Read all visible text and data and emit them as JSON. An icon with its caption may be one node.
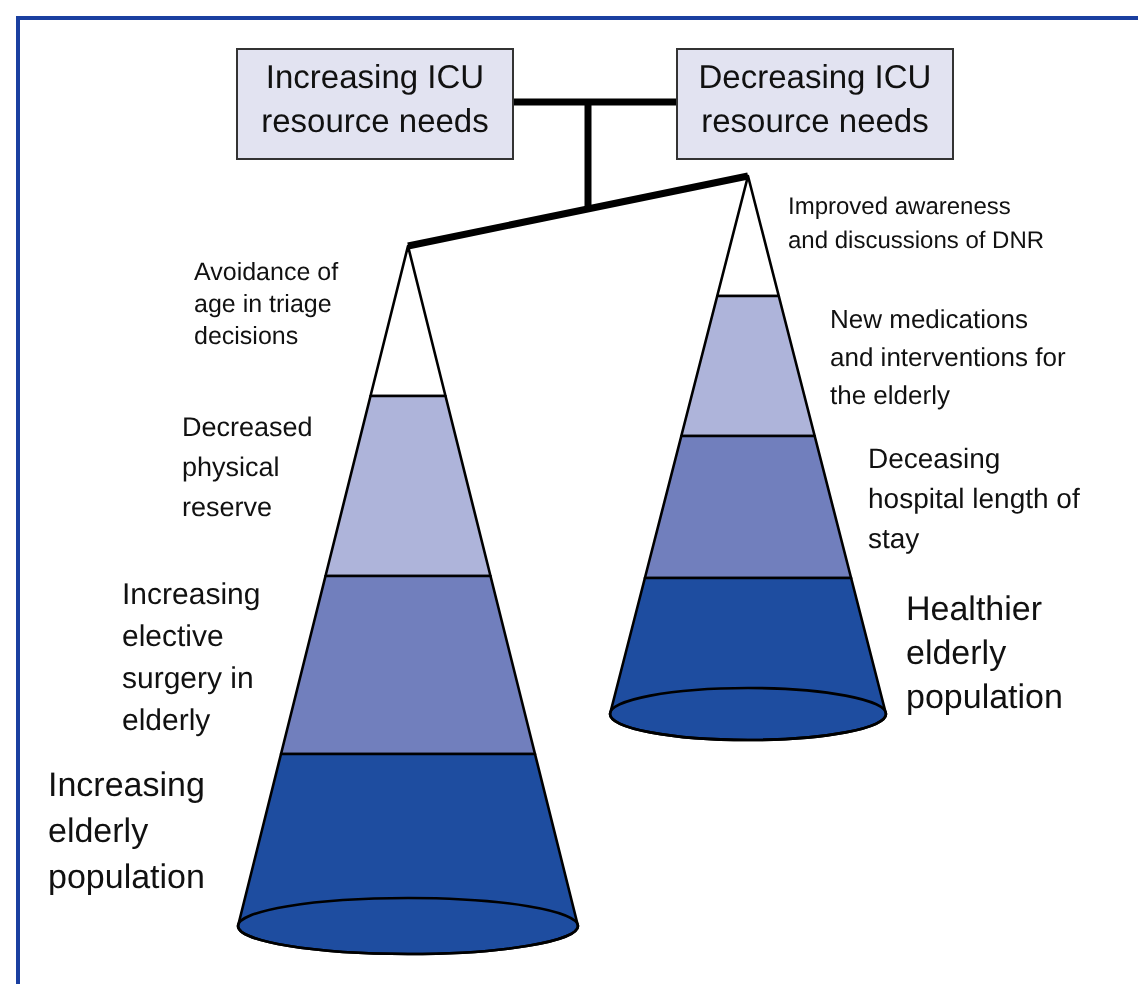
{
  "diagram": {
    "nodes": [
      {
        "text": [
          "Increasing ICU resource needs"
        ]
      },
      {
        "text": [
          "Decreasing ICU resource needs"
        ]
      },
      {
        "text": [],
        "shape": "band",
        "beside": [
          "Avoidance of age in triage decisions"
        ]
      },
      {
        "text": [],
        "shape": "band",
        "beside": [
          "Decreased physical reserve"
        ]
      },
      {
        "text": [],
        "shape": "band",
        "beside": [
          "Increasing elective surgery in elderly"
        ]
      },
      {
        "text": [],
        "shape": "band",
        "beside": [
          "Increasing elderly population"
        ]
      },
      {
        "text": [],
        "shape": "band",
        "beside": [
          "Improved awareness and discussions of DNR"
        ]
      },
      {
        "text": [],
        "shape": "band",
        "beside": [
          "New medications and interventions for the elderly"
        ]
      },
      {
        "text": [],
        "shape": "band",
        "beside": [
          "Deceasing hospital length of stay"
        ]
      },
      {
        "text": [],
        "shape": "band",
        "beside": [
          "Healthier elderly population"
        ]
      }
    ],
    "edges": []
  }
}
